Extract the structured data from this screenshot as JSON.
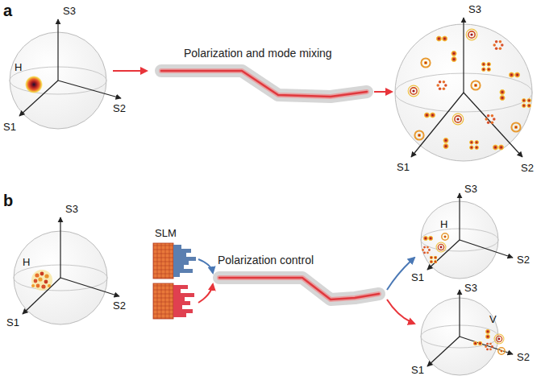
{
  "diagram": {
    "labels": [
      "a",
      "S3",
      "H",
      "S1",
      "S2",
      "Polarization and mode mixing",
      "S3",
      "S1",
      "S2",
      "b",
      "S3",
      "H",
      "S1",
      "S2",
      "SLM",
      "Polarization control",
      "S3",
      "H",
      "S1",
      "S2",
      "S3",
      "V",
      "S1",
      "S2"
    ]
  }
}
